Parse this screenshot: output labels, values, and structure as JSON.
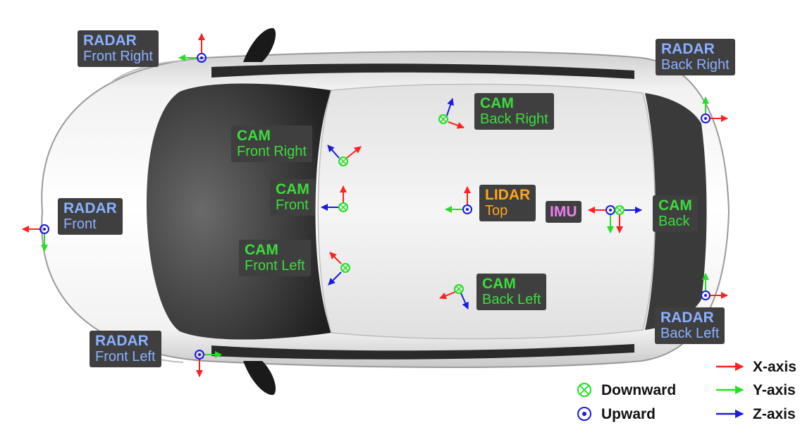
{
  "sensors": {
    "radar_front_right": {
      "type": "RADAR",
      "position": "Front Right"
    },
    "radar_back_right": {
      "type": "RADAR",
      "position": "Back Right"
    },
    "radar_front": {
      "type": "RADAR",
      "position": "Front"
    },
    "radar_front_left": {
      "type": "RADAR",
      "position": "Front Left"
    },
    "radar_back_left": {
      "type": "RADAR",
      "position": "Back Left"
    },
    "cam_back_right": {
      "type": "CAM",
      "position": "Back Right"
    },
    "cam_front_right": {
      "type": "CAM",
      "position": "Front Right"
    },
    "cam_front": {
      "type": "CAM",
      "position": "Front"
    },
    "cam_front_left": {
      "type": "CAM",
      "position": "Front Left"
    },
    "cam_back_left": {
      "type": "CAM",
      "position": "Back Left"
    },
    "cam_back": {
      "type": "CAM",
      "position": "Back"
    },
    "lidar_top": {
      "type": "LIDAR",
      "position": "Top"
    },
    "imu": {
      "type": "IMU"
    }
  },
  "legend": {
    "downward": "Downward",
    "upward": "Upward",
    "x_axis": "X-axis",
    "y_axis": "Y-axis",
    "z_axis": "Z-axis"
  },
  "colors": {
    "x_axis": "#ff2020",
    "y_axis": "#22e022",
    "z_axis": "#1a1ae0",
    "radar_text": "#8ab0ff",
    "cam_text": "#3ddc3d",
    "lidar_text": "#ffa51f",
    "imu_text": "#f07ef0",
    "label_bg": "#3f3f3f"
  }
}
